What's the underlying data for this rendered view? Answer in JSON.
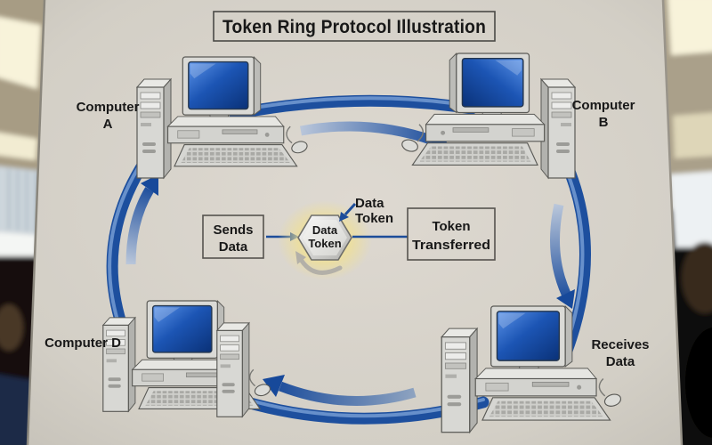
{
  "title": "Token Ring Protocol Illustration",
  "ring": {
    "direction": "clockwise",
    "nodes": [
      {
        "id": "computer-a",
        "line1": "Computer",
        "line2": "A"
      },
      {
        "id": "computer-b",
        "line1": "Computer",
        "line2": "B"
      },
      {
        "id": "computer-c",
        "line1": "Receives",
        "line2": "Data"
      },
      {
        "id": "computer-d",
        "line1": "Computer D"
      }
    ]
  },
  "flow": {
    "sends_box": {
      "line1": "Sends",
      "line2": "Data"
    },
    "token_hexagon": {
      "line1": "Data",
      "line2": "Token"
    },
    "transferred_box": {
      "line1": "Token",
      "line2": "Transferred"
    },
    "token_annotation": {
      "line1": "Data",
      "line2": "Token"
    }
  },
  "colors": {
    "ring_blue": "#1d4f9e",
    "arrow_head_blue": "#17499a",
    "arrow_tail_light": "#b9c6da",
    "screen_blue": "#1c55b4",
    "board": "#d6d2c9",
    "token_glow": "#efe093",
    "text": "#181818",
    "box_border": "#55534e"
  }
}
